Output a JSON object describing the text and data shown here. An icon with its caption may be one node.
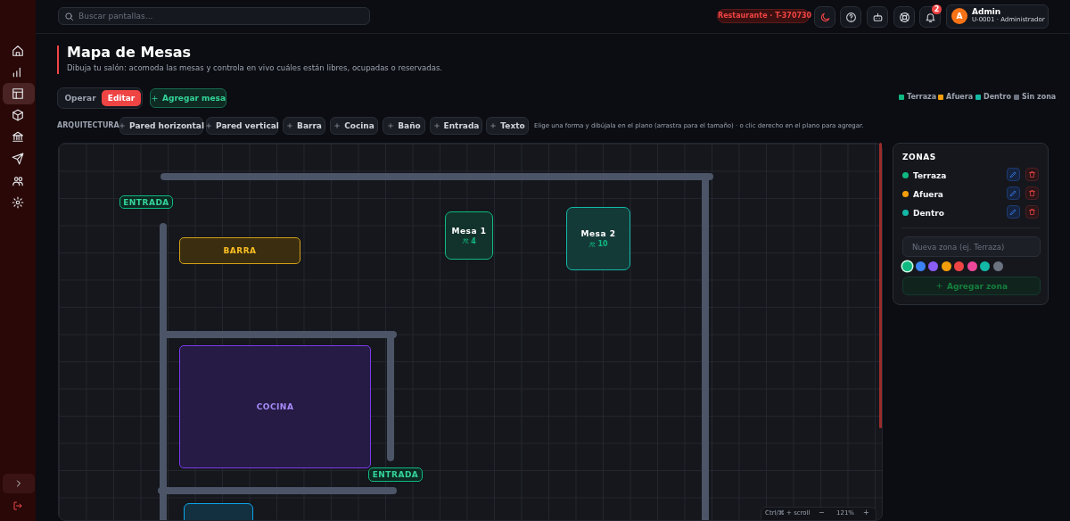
{
  "diagram": {
    "title": "Mapa de Mesas",
    "nodes": [
      {
        "text": [
          "ENTRADA"
        ]
      },
      {
        "text": [
          "BARRA"
        ]
      },
      {
        "text": [
          "Mesa 1",
          "4"
        ]
      },
      {
        "text": [
          "Mesa 2",
          "10"
        ]
      },
      {
        "text": [
          "COCINA"
        ]
      },
      {
        "text": [
          "ENTRADA"
        ]
      },
      {
        "text": [],
        "shape": "box"
      }
    ],
    "labels": [
      "Buscar pantallas...",
      "Restaurante · T-370730",
      "2",
      "A",
      "Admin",
      "U-0001 · Administrador",
      "Dibuja tu salón: acomoda las mesas y controla en vivo cuáles están libres, ocupadas o reservadas.",
      "Operar",
      "Editar",
      "Agregar mesa",
      "ARQUITECTURA:",
      "Pared horizontal",
      "Pared vertical",
      "Barra",
      "Cocina",
      "Baño",
      "Entrada",
      "Texto",
      "Elige una forma y dibújala en el plano (arrastra para el tamaño) · o clic derecho en el plano para agregar.",
      "ZONAS",
      "Terraza",
      "Afuera",
      "Dentro",
      "Nueva zona (ej. Terraza)",
      "Agregar zona",
      "Ctrl/⌘ + scroll",
      "−",
      "121%",
      "+"
    ],
    "legend": [
      {
        "text": "Terraza",
        "color": "#10b981"
      },
      {
        "text": "Afuera",
        "color": "#f59e0b"
      },
      {
        "text": "Dentro",
        "color": "#14b8a6"
      },
      {
        "text": "Sin zona",
        "color": "#6b7280"
      }
    ]
  }
}
